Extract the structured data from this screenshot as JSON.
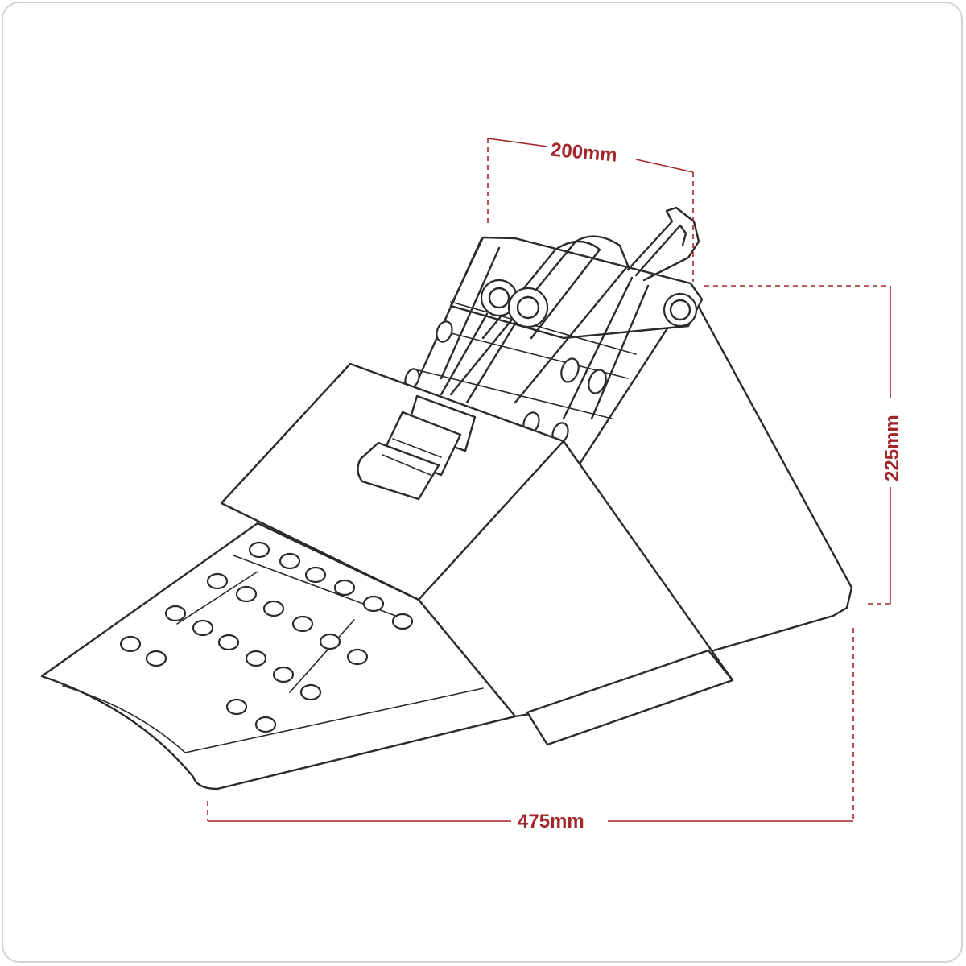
{
  "dimensions": {
    "width_label": "200mm",
    "height_label": "225mm",
    "length_label": "475mm"
  },
  "colors": {
    "dimension": "#a3262a",
    "outline": "#2b2b2b",
    "frame": "#d4d4d4"
  },
  "illustration": {
    "subject": "wheel-chock-with-strap-and-handles-icon"
  }
}
